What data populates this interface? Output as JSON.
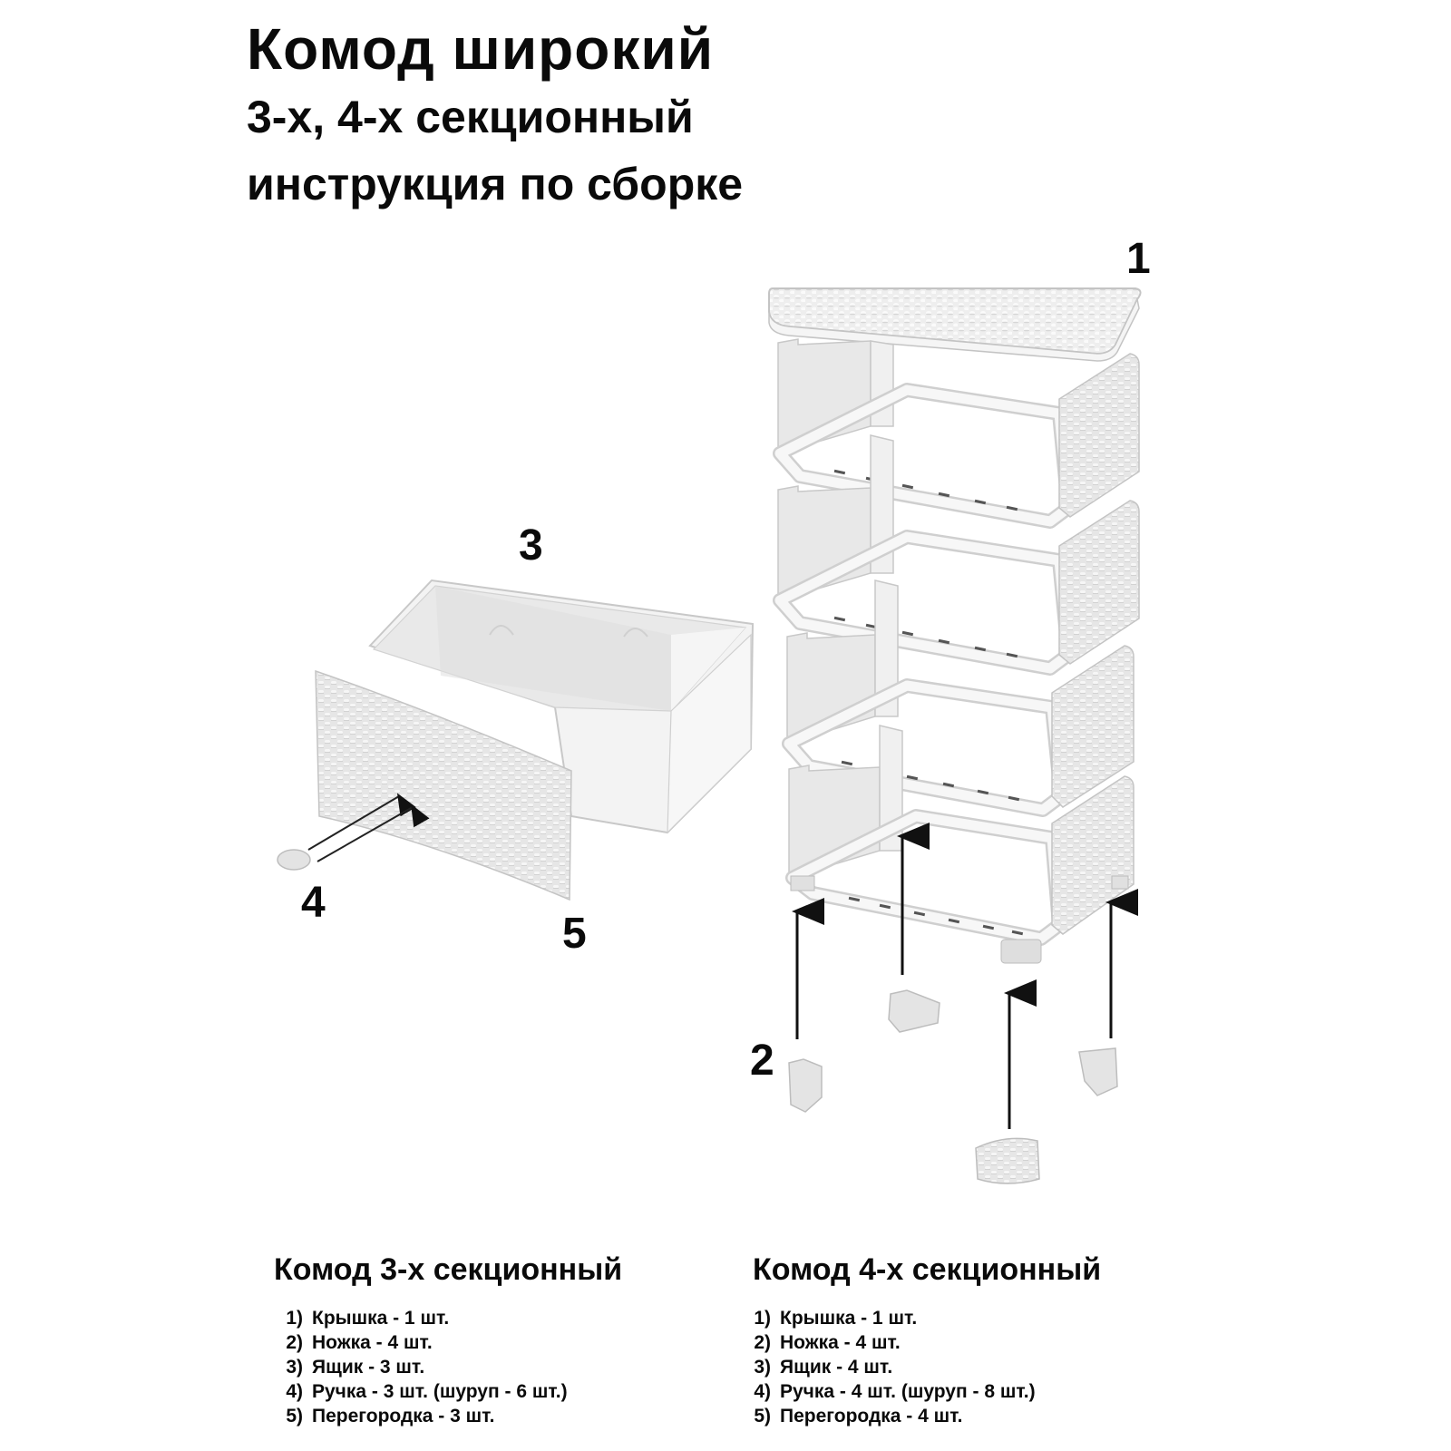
{
  "header": {
    "title_line1": "Комод широкий",
    "title_line2": "3-х, 4-х секционный",
    "title_line3": "инструкция по сборке"
  },
  "diagram": {
    "callouts": [
      {
        "id": "1",
        "label": "1",
        "part": "lid"
      },
      {
        "id": "2",
        "label": "2",
        "part": "leg"
      },
      {
        "id": "3",
        "label": "3",
        "part": "drawer"
      },
      {
        "id": "4",
        "label": "4",
        "part": "handle"
      },
      {
        "id": "5",
        "label": "5",
        "part": "front-panel"
      }
    ],
    "tower_sections": 4,
    "colors": {
      "plastic_light": "#f2f2f2",
      "plastic_mid": "#e2e2e2",
      "plastic_shade": "#cfcfcf",
      "outline": "#bdbdbd",
      "arrow": "#111111"
    }
  },
  "parts_lists": [
    {
      "title": "Комод 3-х секционный",
      "items": [
        {
          "num": "1)",
          "text": "Крышка - 1 шт."
        },
        {
          "num": "2)",
          "text": "Ножка - 4 шт."
        },
        {
          "num": "3)",
          "text": "Ящик - 3 шт."
        },
        {
          "num": "4)",
          "text": "Ручка - 3 шт. (шуруп - 6 шт.)"
        },
        {
          "num": "5)",
          "text": "Перегородка - 3 шт."
        }
      ]
    },
    {
      "title": "Комод 4-х секционный",
      "items": [
        {
          "num": "1)",
          "text": "Крышка - 1 шт."
        },
        {
          "num": "2)",
          "text": "Ножка - 4 шт."
        },
        {
          "num": "3)",
          "text": "Ящик - 4 шт."
        },
        {
          "num": "4)",
          "text": "Ручка - 4 шт. (шуруп - 8 шт.)"
        },
        {
          "num": "5)",
          "text": "Перегородка - 4 шт."
        }
      ]
    }
  ]
}
